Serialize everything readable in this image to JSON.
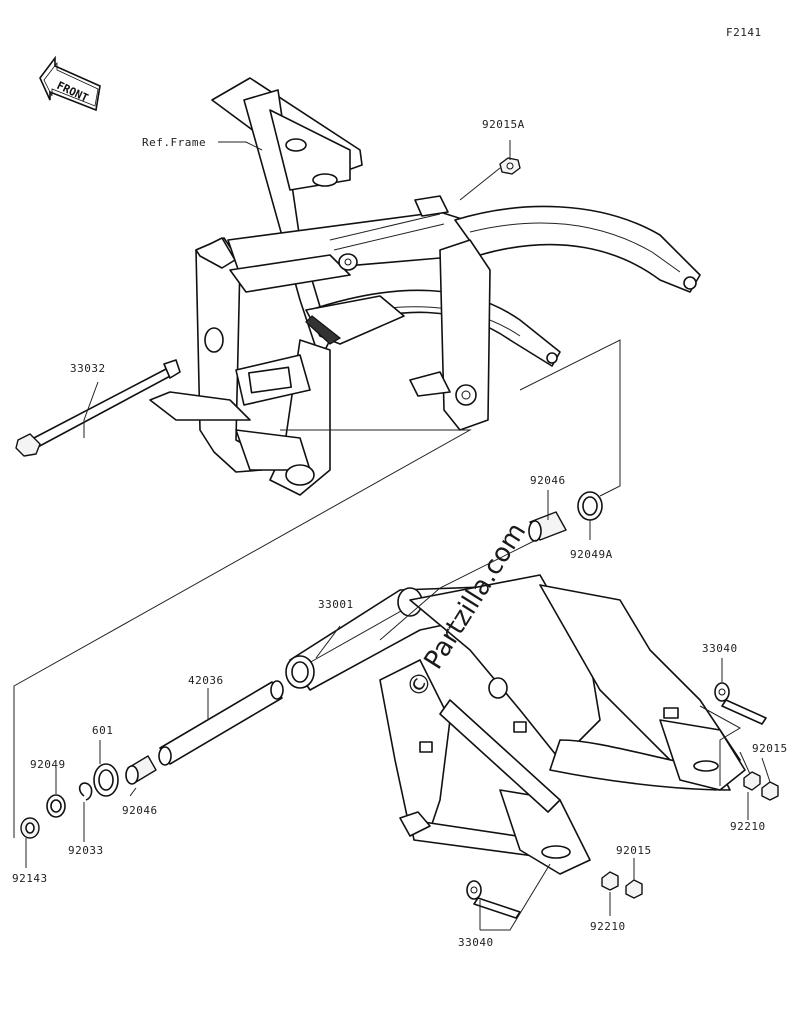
{
  "figure_code": "F2141",
  "front_badge": "FRONT",
  "watermark": "© Partzilla.com",
  "labels": {
    "ref_frame": "Ref.Frame",
    "p92015A": "92015A",
    "p33032": "33032",
    "p92046_top": "92046",
    "p92049A": "92049A",
    "p33001": "33001",
    "p42036": "42036",
    "p601": "601",
    "p92049": "92049",
    "p92046_bottom": "92046",
    "p92033": "92033",
    "p92143": "92143",
    "p33040_right": "33040",
    "p92015_right": "92015",
    "p92210_right": "92210",
    "p92015_bottom": "92015",
    "p92210_bottom": "92210",
    "p33040_bottom": "33040"
  }
}
